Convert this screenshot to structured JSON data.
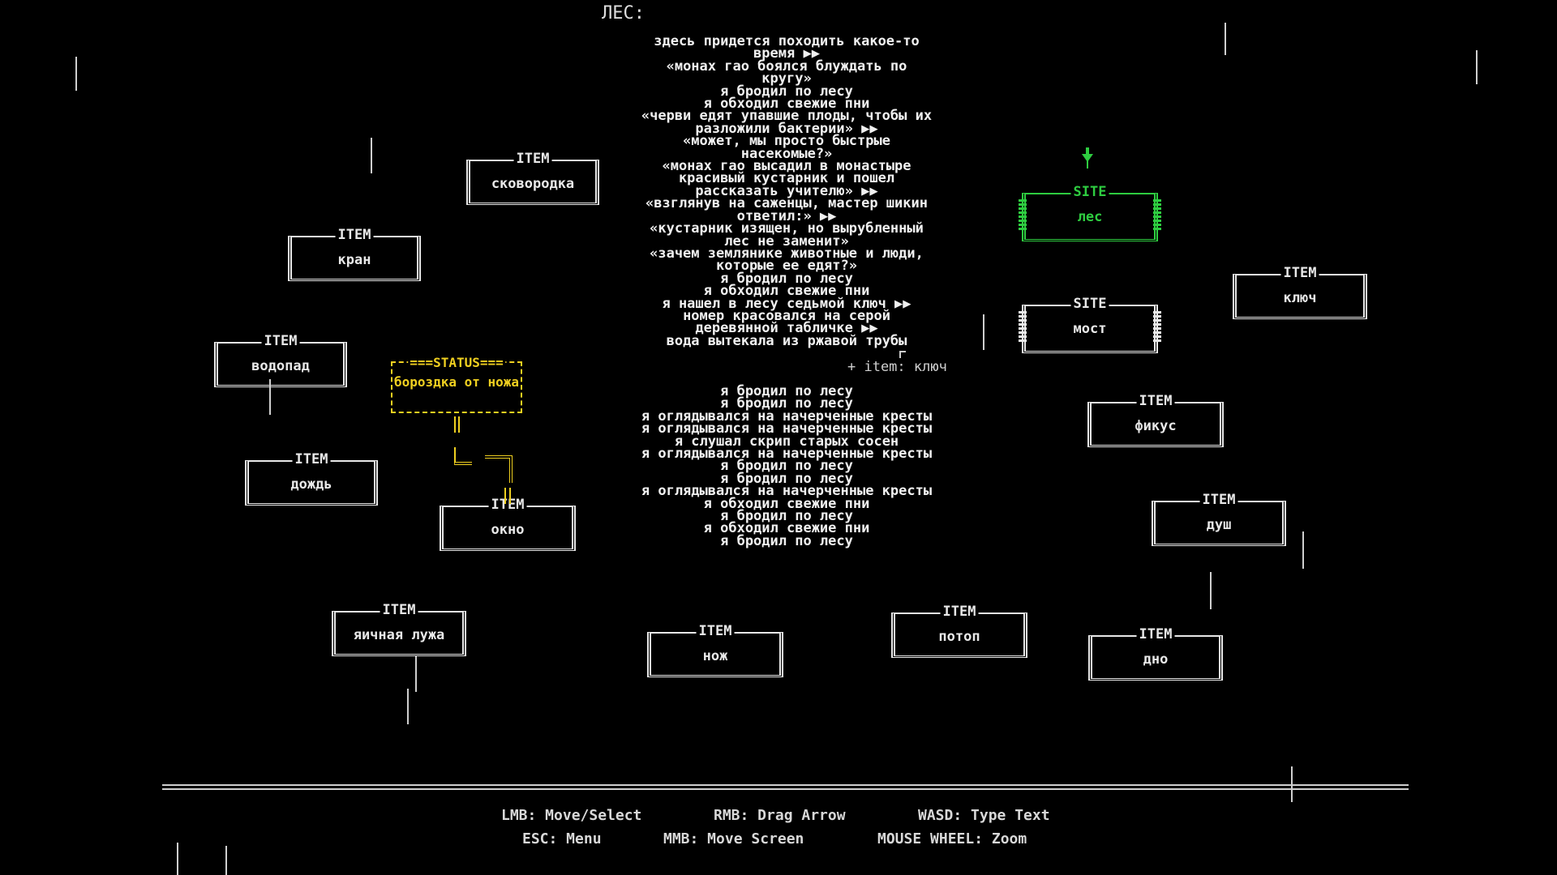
{
  "scene_title": "ЛЕС:",
  "log_top": [
    "здесь придется походить какое-то",
    "время ▶▶",
    "«монах гао боялся блуждать по",
    "кругу»",
    "я бродил по лесу",
    "я обходил свежие пни",
    "«черви едят упавшие плоды, чтобы их",
    "разложили бактерии» ▶▶",
    "«может, мы просто быстрые",
    "насекомые?»",
    "«монах гао высадил в монастыре",
    "красивый кустарник и пошел",
    "рассказать учителю» ▶▶",
    "«взглянув на саженцы, мастер шикин",
    "ответил:» ▶▶",
    "«кустарник изящен, но вырубленный",
    "лес не заменит»",
    "«зачем землянике животные и люди,",
    "которые ее едят?»",
    "я бродил по лесу",
    "я обходил свежие пни",
    "я нашел в лесу седьмой ключ ▶▶",
    "номер красовался на серой",
    "деревянной табличке ▶▶",
    "вода вытекала из ржавой трубы"
  ],
  "item_added": "+ item: ключ",
  "log_bottom": [
    "я бродил по лесу",
    "я бродил по лесу",
    "я оглядывался на начерченные кресты",
    "я оглядывался на начерченные кресты",
    "я слушал скрип старых сосен",
    "я оглядывался на начерченные кресты",
    "я бродил по лесу",
    "я бродил по лесу",
    "я оглядывался на начерченные кресты",
    "я обходил свежие пни",
    "я бродил по лесу",
    "я обходил свежие пни",
    "я бродил по лесу"
  ],
  "nodes": {
    "item_header": "ITEM",
    "site_header": "SITE",
    "skovorodka": "сковородка",
    "kran": "кран",
    "vodopad": "водопад",
    "dozhd": "дождь",
    "okno": "окно",
    "yaichnaya_luzha": "яичная лужа",
    "nozh": "нож",
    "potop": "потоп",
    "dno": "дно",
    "dush": "душ",
    "fikus": "фикус",
    "klyuch": "ключ",
    "site_les": "лес",
    "site_most": "мост"
  },
  "status": {
    "header": "===STATUS===",
    "text": "бороздка от ножа"
  },
  "colors": {
    "site_active": "#2ecc40",
    "status": "#f0d020",
    "item": "#e8e8e8",
    "background": "#000000"
  },
  "controls": {
    "lmb": "LMB: Move/Select",
    "rmb": "RMB: Drag Arrow",
    "wasd": "WASD: Type Text",
    "esc": "ESC: Menu",
    "mmb": "MMB: Move Screen",
    "wheel": "MOUSE WHEEL: Zoom"
  }
}
